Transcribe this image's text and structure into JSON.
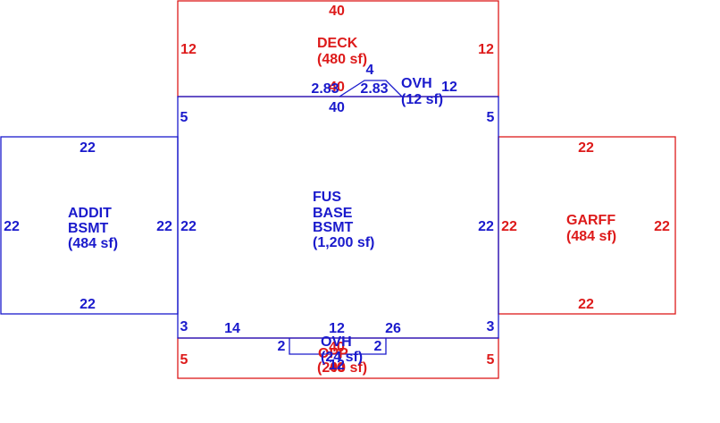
{
  "colors": {
    "blue": "#1a1acc",
    "red": "#dd1a1a"
  },
  "areas": [
    {
      "id": "deck",
      "color": "red",
      "label": [
        "DECK",
        "(480 sf)"
      ],
      "dimensions": {
        "top": "40",
        "left": "12",
        "right": "12",
        "bottom": "40"
      }
    },
    {
      "id": "fus-base-bsmt",
      "color": "blue",
      "label": [
        "FUS",
        "BASE",
        "BSMT",
        "(1,200 sf)"
      ],
      "dimensions": {
        "top": "40",
        "left_upper": "5",
        "right_upper": "5",
        "left": "22",
        "right": "22",
        "left_lower": "3",
        "right_lower": "3",
        "bottom_left": "14",
        "bottom_center": "12",
        "bottom_right": "26"
      }
    },
    {
      "id": "addit-bsmt",
      "color": "blue",
      "label": [
        "ADDIT",
        "BSMT",
        "(484 sf)"
      ],
      "dimensions": {
        "top": "22",
        "left": "22",
        "right": "22",
        "bottom": "22"
      }
    },
    {
      "id": "garff",
      "color": "red",
      "label": [
        "GARFF",
        "(484 sf)"
      ],
      "dimensions": {
        "top": "22",
        "left": "22",
        "right": "22",
        "bottom": "22"
      }
    },
    {
      "id": "ovh-top",
      "color": "blue",
      "label": [
        "OVH",
        "(12 sf)"
      ],
      "dimensions": {
        "left": "2.83",
        "center": "4",
        "right": "2.83",
        "side": "12"
      }
    },
    {
      "id": "ovh-bottom",
      "color": "blue",
      "label": [
        "OVH",
        "(24 sf)"
      ],
      "dimensions": {
        "left": "2",
        "right": "2",
        "bottom": "12"
      }
    },
    {
      "id": "opp",
      "color": "red",
      "label": [
        "OPP",
        "(200 sf)"
      ],
      "dimensions": {
        "left": "5",
        "right": "5",
        "top": "40",
        "bottom": "40"
      }
    }
  ]
}
